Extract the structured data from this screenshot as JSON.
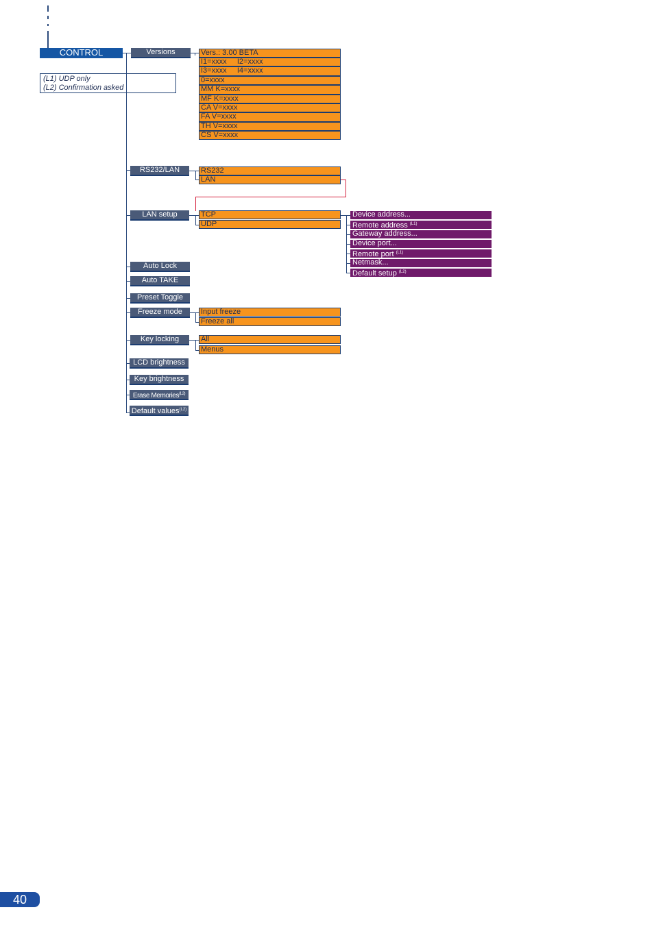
{
  "root": {
    "label": "CONTROL"
  },
  "notes": {
    "line1": "(L1) UDP only",
    "line2": "(L2) Confirmation asked"
  },
  "menu": [
    {
      "label": "Versions"
    },
    {
      "label": "RS232/LAN"
    },
    {
      "label": "LAN setup"
    },
    {
      "label": "Auto Lock"
    },
    {
      "label": "Auto TAKE"
    },
    {
      "label": "Preset Toggle"
    },
    {
      "label": "Freeze mode"
    },
    {
      "label": "Key locking"
    },
    {
      "label": "LCD brightness"
    },
    {
      "label": "Key brightness"
    },
    {
      "label": "Erase Memories",
      "note": "(L2)"
    },
    {
      "label": "Default values",
      "note": "(L2)"
    }
  ],
  "versions": [
    "Vers.: 3.00 BETA",
    "I1=xxxx     I2=xxxx",
    "I3=xxxx     I4=xxxx",
    "0=xxxx",
    "MM K=xxxx",
    "MF K=xxxx",
    "CA V=xxxx",
    "FA V=xxxx",
    "TH V=xxxx",
    "CS V=xxxx"
  ],
  "rs232lan": [
    "RS232",
    "LAN"
  ],
  "lansetup": [
    "TCP",
    "UDP"
  ],
  "tcp_options": [
    {
      "label": "Device address..."
    },
    {
      "label": "Remote address",
      "note": "(L1)"
    },
    {
      "label": "Gateway address..."
    },
    {
      "label": "Device port..."
    },
    {
      "label": "Remote port",
      "note": "(L1)"
    },
    {
      "label": "Netmask..."
    },
    {
      "label": "Default setup",
      "note": "(L2)"
    }
  ],
  "freeze": [
    "Input freeze",
    "Freeze all"
  ],
  "keylocking": [
    "All",
    "Menus"
  ],
  "page_number": "40",
  "colors": {
    "root": "#1556a4",
    "menu": "#4a5a78",
    "option": "#f7941d",
    "suboption": "#6f1a6a",
    "link": "#d4213d"
  }
}
